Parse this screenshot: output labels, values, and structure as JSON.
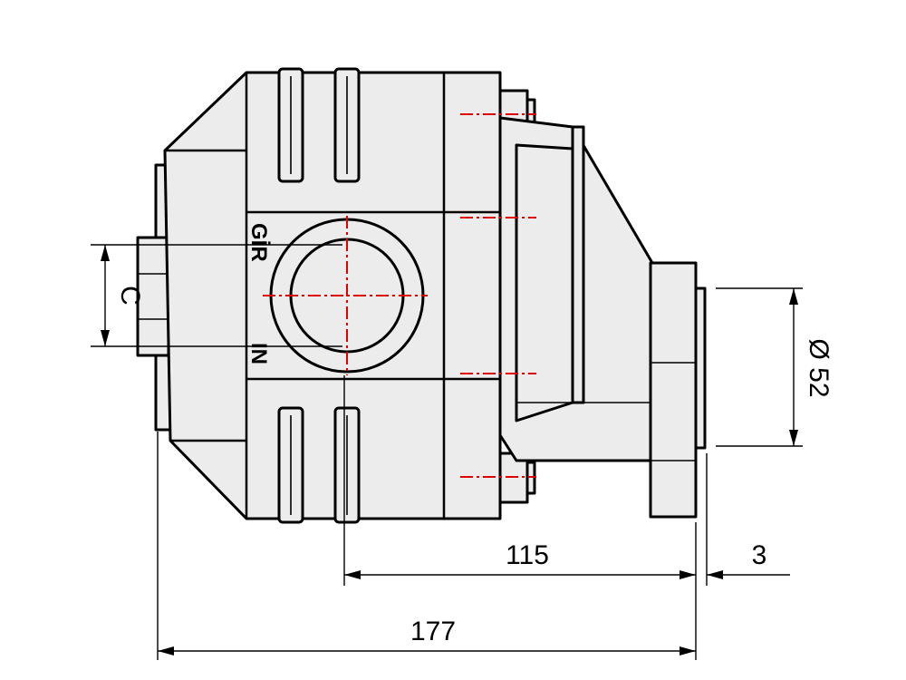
{
  "port_labels": {
    "top": "GİR",
    "bottom": "IN"
  },
  "dimensions": {
    "overall_length": "177",
    "shaft_offset": "115",
    "shaft_collar": "3",
    "pilot_diameter": "Ø 52",
    "port_size": "C"
  },
  "colors": {
    "body": "#ececec",
    "outline": "#000000",
    "centerline": "#e00000"
  }
}
